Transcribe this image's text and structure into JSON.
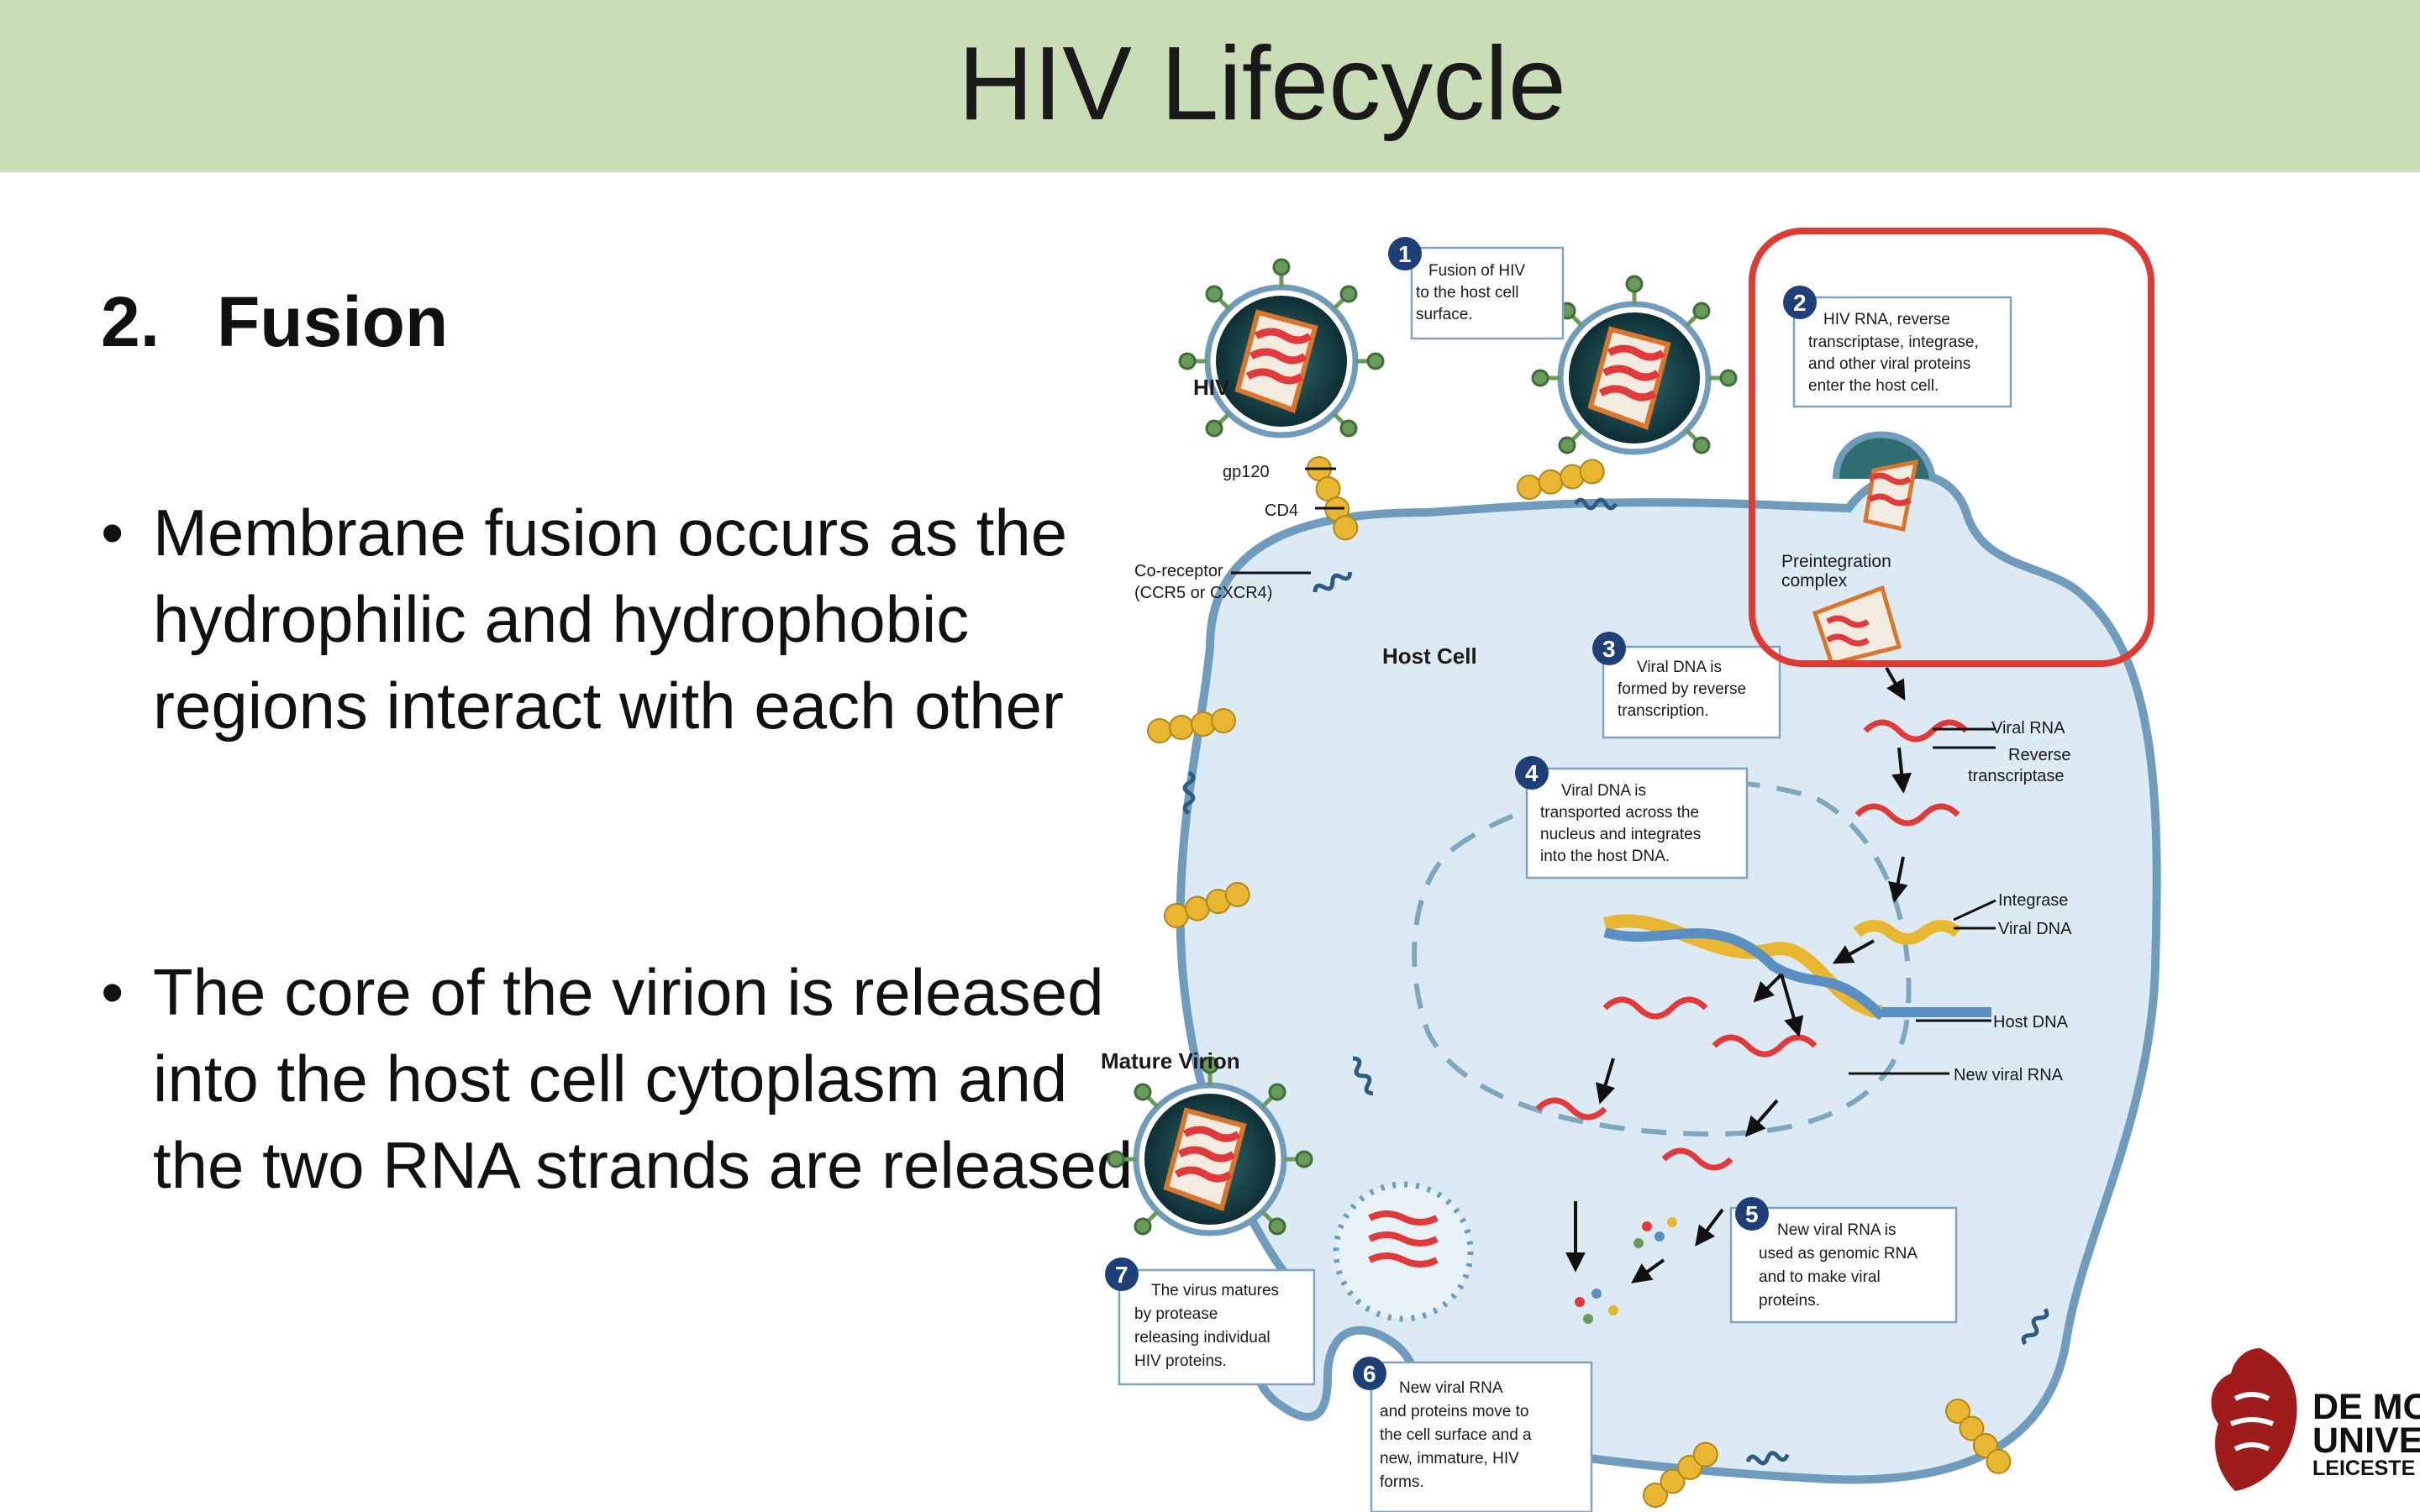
{
  "slide": {
    "title": "HIV Lifecycle",
    "heading_number": "2.",
    "heading_text": "Fusion",
    "bullets": [
      "Membrane fusion occurs as the hydrophilic and hydrophobic regions interact with each other",
      "The core of the virion is released into the host cell cytoplasm and the two RNA strands are released"
    ],
    "bullet_symbol": "•"
  },
  "diagram": {
    "labels": {
      "hiv": "HIV",
      "gp120": "gp120",
      "cd4": "CD4",
      "coreceptor_1": "Co-receptor",
      "coreceptor_2": "(CCR5 or CXCR4)",
      "host_cell": "Host Cell",
      "preintegration_1": "Preintegration",
      "preintegration_2": "complex",
      "viral_rna": "Viral RNA",
      "reverse_1": "Reverse",
      "reverse_2": "transcriptase",
      "integrase": "Integrase",
      "viral_dna": "Viral DNA",
      "host_dna": "Host DNA",
      "new_viral_rna": "New viral RNA",
      "mature_virion": "Mature Virion"
    },
    "steps": [
      {
        "number": "1",
        "lines": [
          "Fusion of  HIV",
          "to the host cell",
          "surface."
        ]
      },
      {
        "number": "2",
        "lines": [
          "HIV RNA, reverse",
          "transcriptase, integrase,",
          "and other viral proteins",
          "enter the host cell."
        ]
      },
      {
        "number": "3",
        "lines": [
          "Viral DNA is",
          "formed by reverse",
          "transcription."
        ]
      },
      {
        "number": "4",
        "lines": [
          "Viral DNA is",
          "transported across the",
          "nucleus and integrates",
          "into the host DNA."
        ]
      },
      {
        "number": "5",
        "lines": [
          "New viral RNA is",
          "used as genomic RNA",
          "and to make viral",
          "proteins."
        ]
      },
      {
        "number": "6",
        "lines": [
          "New viral RNA",
          "and proteins move to",
          "the cell surface and a",
          "new, immature, HIV",
          "forms."
        ]
      },
      {
        "number": "7",
        "lines": [
          "The virus matures",
          "by protease",
          "releasing individual",
          "HIV proteins."
        ]
      }
    ],
    "highlight_color": "#e03a35",
    "cell_fill": "#dcebf3",
    "membrane_color": "#6f9cbc"
  },
  "logo": {
    "line1": "DE MO",
    "line2": "UNIVE",
    "line3": "LEICESTE",
    "color": "#a01c1c"
  }
}
